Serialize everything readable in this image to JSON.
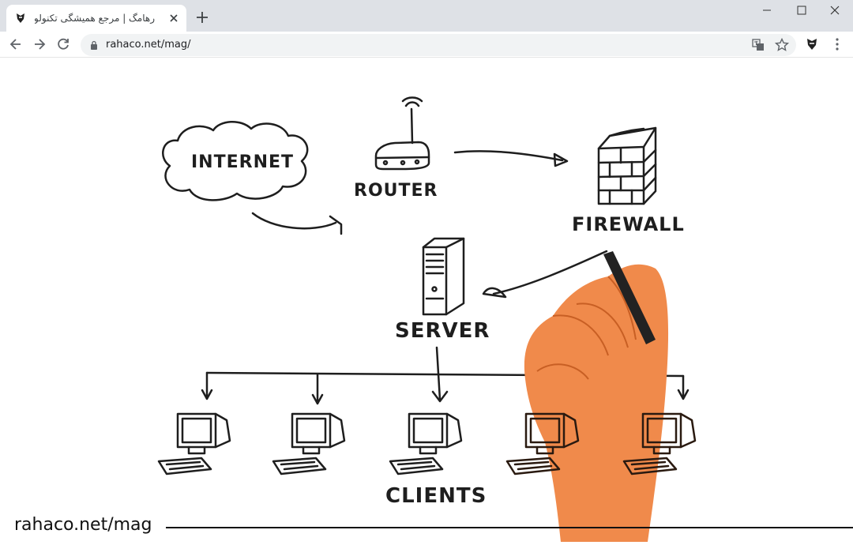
{
  "browser": {
    "tab_title": "رهامگ | مرجع همیشگی تکنولوژی |",
    "url": "rahaco.net/mag/"
  },
  "icons": {
    "favicon": "rahamag-favicon-icon",
    "close": "close-icon",
    "new_tab": "plus-icon",
    "minimize": "minimize-icon",
    "maximize": "maximize-icon",
    "window_close": "window-close-icon",
    "back": "back-arrow-icon",
    "forward": "forward-arrow-icon",
    "reload": "reload-icon",
    "lock": "lock-icon",
    "translate": "translate-icon",
    "bookmark": "star-icon",
    "extension": "extension-icon",
    "menu": "kebab-menu-icon"
  },
  "diagram": {
    "labels": {
      "internet": "INTERNET",
      "router": "ROUTER",
      "firewall": "FIREWALL",
      "server": "SERVER",
      "clients": "CLIENTS"
    }
  },
  "footer": {
    "site": "rahaco.net/mag"
  },
  "colors": {
    "tabbar": "#dee1e6",
    "sketch": "#1e1e1e",
    "hand": "#f08a4b"
  }
}
